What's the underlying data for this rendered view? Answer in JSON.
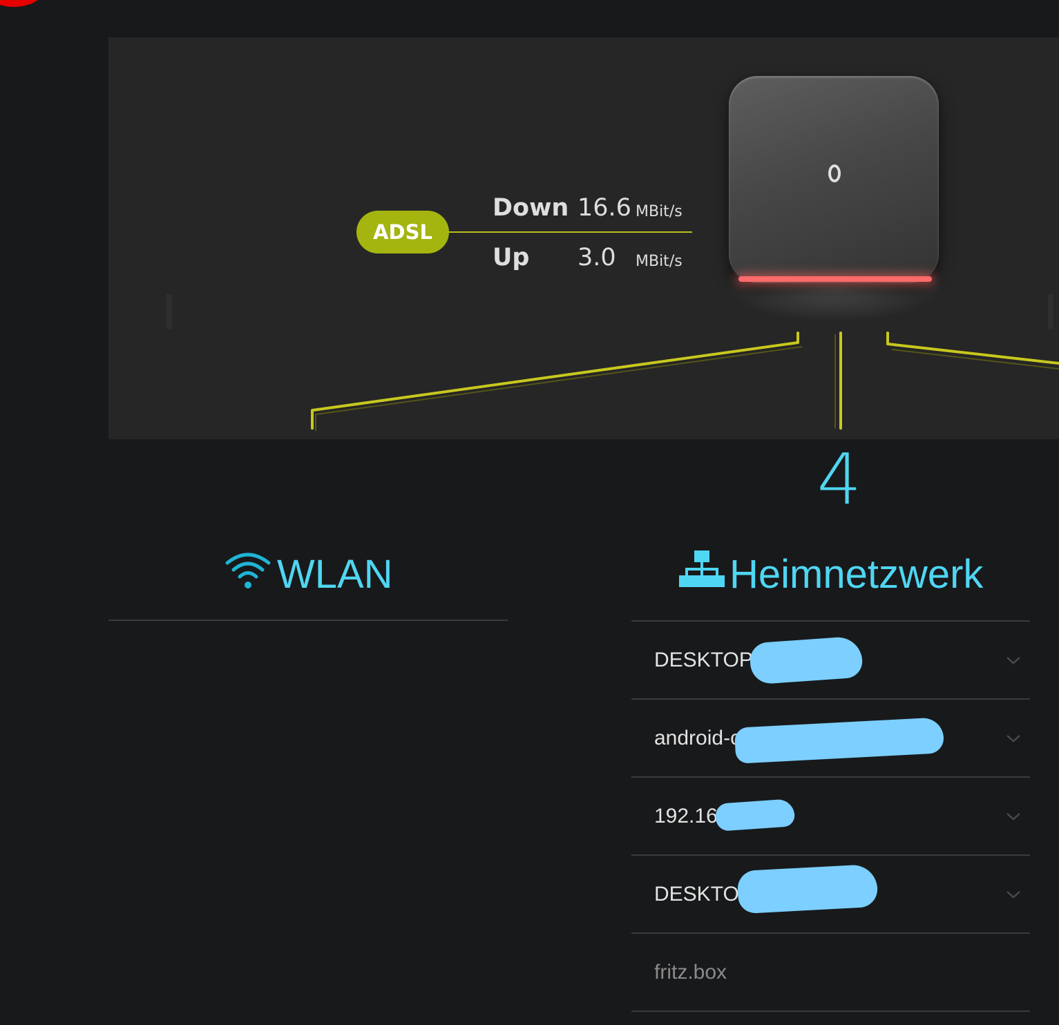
{
  "connection": {
    "type_label": "ADSL",
    "down_label": "Down",
    "down_value": "16.6",
    "down_unit": "MBit/s",
    "up_label": "Up",
    "up_value": "3.0",
    "up_unit": "MBit/s"
  },
  "device_count": "4",
  "wlan": {
    "title": "WLAN",
    "icon": "wifi-icon"
  },
  "home_network": {
    "title": "Heimnetzwerk",
    "icon": "network-icon",
    "devices": [
      {
        "name": "DESKTOP-T",
        "active": true
      },
      {
        "name": "android-c",
        "active": true
      },
      {
        "name": "192.16",
        "active": true
      },
      {
        "name": "DESKTO",
        "active": true
      },
      {
        "name": "fritz.box",
        "active": false
      }
    ]
  },
  "colors": {
    "accent": "#4fd6f2",
    "adsl_pill": "#a4b510",
    "line": "#c8c81e",
    "brand": "#e60000",
    "redaction": "#7ccfff"
  }
}
